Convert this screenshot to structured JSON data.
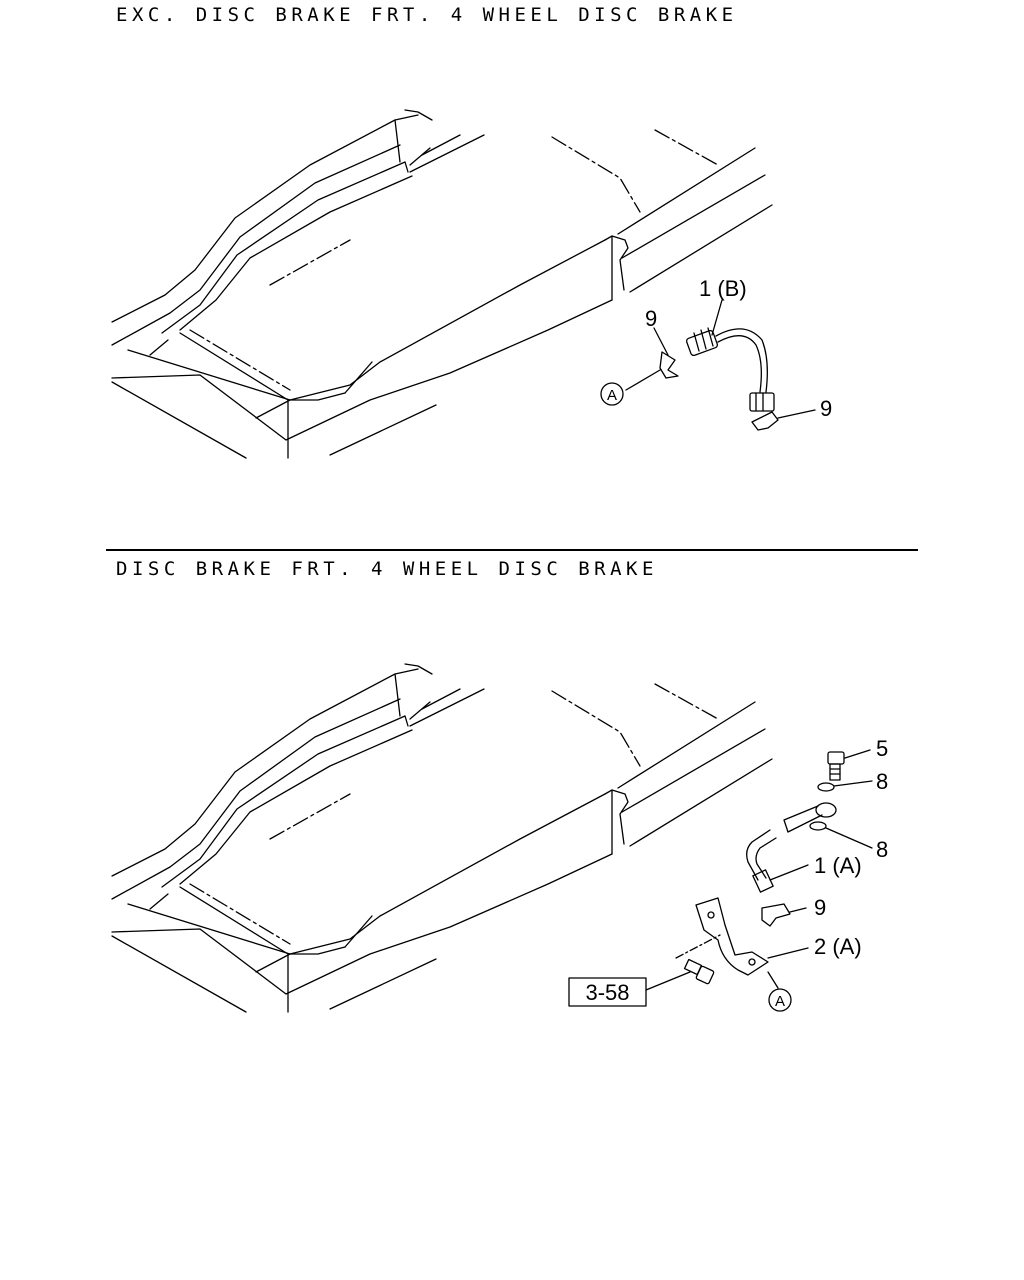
{
  "sections": [
    {
      "title": "EXC. DISC BRAKE FRT. 4 WHEEL DISC BRAKE",
      "callouts": [
        "1 (B)",
        "9",
        "9"
      ],
      "circle_label": "A"
    },
    {
      "title": "DISC BRAKE FRT. 4 WHEEL DISC BRAKE",
      "callouts": [
        "5",
        "8",
        "8",
        "1 (A)",
        "9",
        "2 (A)"
      ],
      "circle_label": "A",
      "ref_box": "3-58"
    }
  ]
}
